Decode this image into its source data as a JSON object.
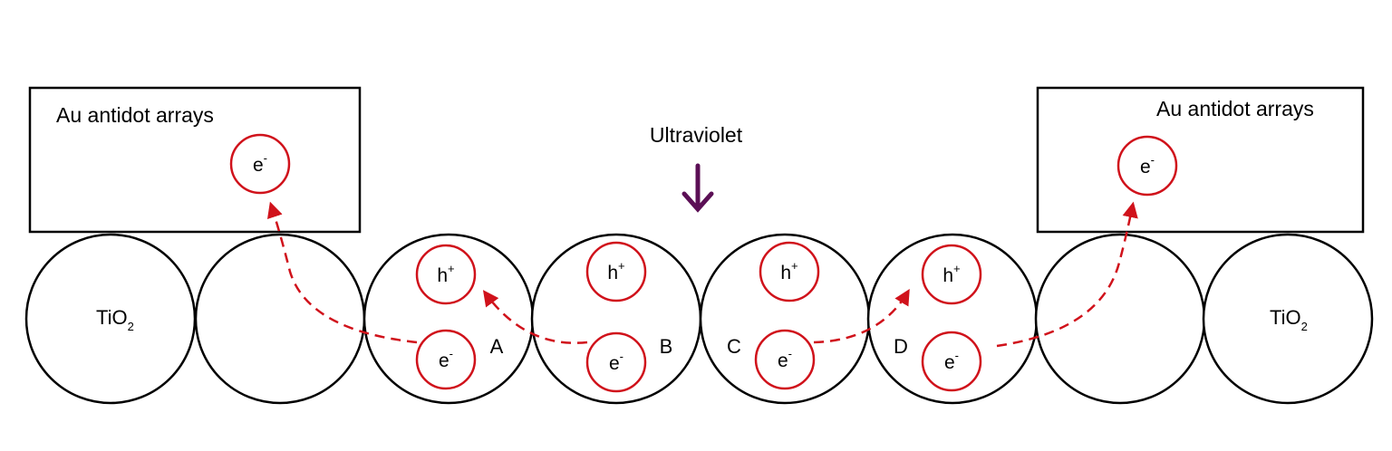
{
  "labels": {
    "ultraviolet": "Ultraviolet",
    "au_left": "Au antidot arrays",
    "au_right": "Au antidot arrays",
    "tio2_left": "TiO",
    "tio2_right": "TiO",
    "subscript_2": "2",
    "electron": "e",
    "hole": "h",
    "minus": "-",
    "plus": "+",
    "junction_a": "A",
    "junction_b": "B",
    "junction_c": "C",
    "junction_d": "D"
  },
  "colors": {
    "outline": "#000000",
    "carrier": "#d0121b",
    "arrow_uv": "#5b0f55",
    "background": "#ffffff"
  }
}
